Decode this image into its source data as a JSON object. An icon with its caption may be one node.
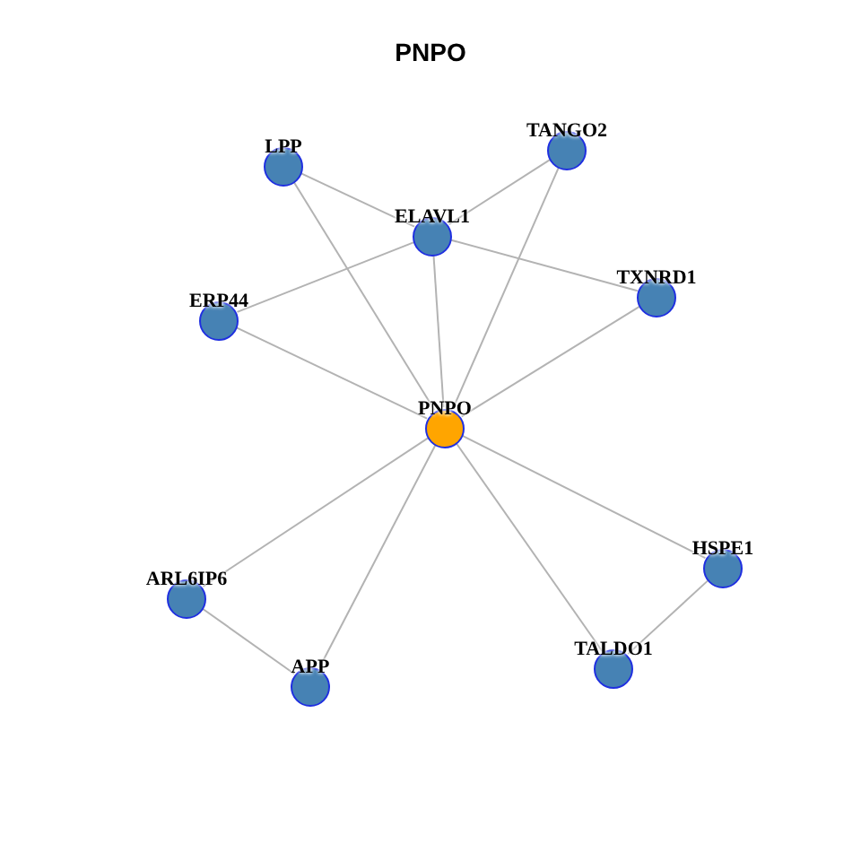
{
  "diagram": {
    "title": "PNPO",
    "nodes": [
      {
        "text": [
          "LPP"
        ]
      },
      {
        "text": [
          "TANGO2"
        ]
      },
      {
        "text": [
          "ELAVL1"
        ]
      },
      {
        "text": [
          "ERP44"
        ]
      },
      {
        "text": [
          "TXNRD1"
        ]
      },
      {
        "text": [
          "PNPO"
        ]
      },
      {
        "text": [
          "HSPE1"
        ]
      },
      {
        "text": [
          "ARL6IP6"
        ]
      },
      {
        "text": [
          "TALDO1"
        ]
      },
      {
        "text": [
          "APP"
        ]
      }
    ],
    "edges": [
      {
        "from": 0,
        "to": 2,
        "arrow": "none"
      },
      {
        "from": 0,
        "to": 5,
        "arrow": "none"
      },
      {
        "from": 1,
        "to": 2,
        "arrow": "none"
      },
      {
        "from": 1,
        "to": 5,
        "arrow": "none"
      },
      {
        "from": 2,
        "to": 3,
        "arrow": "none"
      },
      {
        "from": 2,
        "to": 4,
        "arrow": "none"
      },
      {
        "from": 2,
        "to": 5,
        "arrow": "none"
      },
      {
        "from": 3,
        "to": 5,
        "arrow": "none"
      },
      {
        "from": 4,
        "to": 5,
        "arrow": "none"
      },
      {
        "from": 5,
        "to": 7,
        "arrow": "none"
      },
      {
        "from": 5,
        "to": 9,
        "arrow": "none"
      },
      {
        "from": 5,
        "to": 8,
        "arrow": "none"
      },
      {
        "from": 5,
        "to": 6,
        "arrow": "none"
      },
      {
        "from": 7,
        "to": 9,
        "arrow": "none"
      },
      {
        "from": 6,
        "to": 8,
        "arrow": "none"
      }
    ]
  }
}
